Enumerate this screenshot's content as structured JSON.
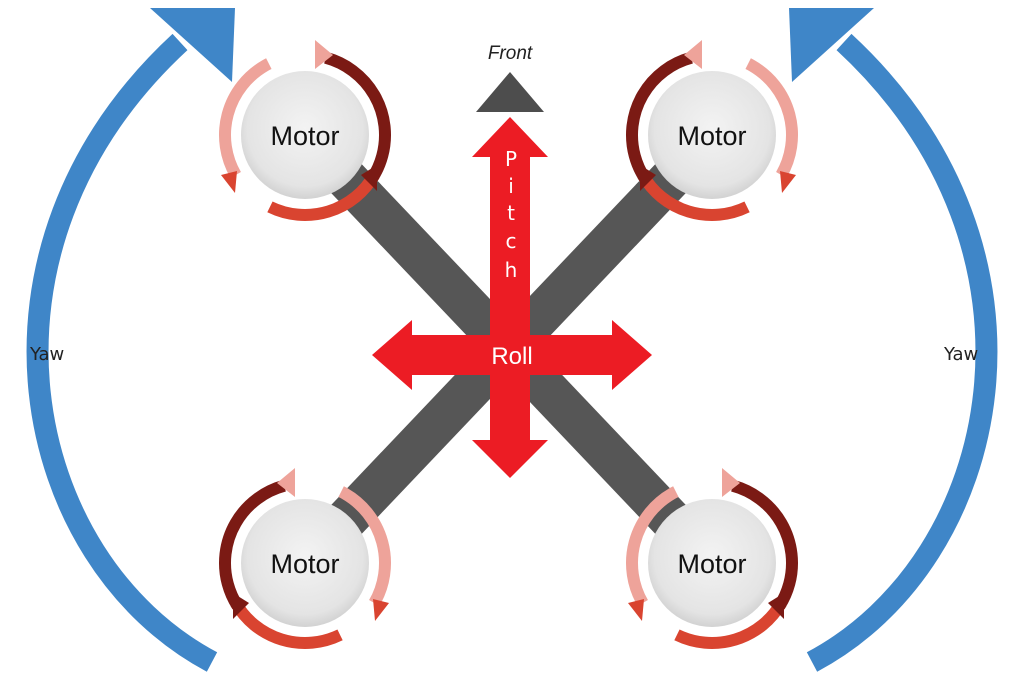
{
  "labels": {
    "front": "Front",
    "pitch_letters": [
      "P",
      "i",
      "t",
      "c",
      "h"
    ],
    "roll": "Roll",
    "yaw_left": "Yaw",
    "yaw_right": "Yaw"
  },
  "motors": [
    {
      "label": "Motor",
      "position": "front-left"
    },
    {
      "label": "Motor",
      "position": "front-right"
    },
    {
      "label": "Motor",
      "position": "rear-left"
    },
    {
      "label": "Motor",
      "position": "rear-right"
    }
  ],
  "colors": {
    "yaw_arrow": "#3f86c8",
    "axis_arrow": "#ec1c24",
    "arm": "#565656",
    "front_marker": "#4d4d4d",
    "motor_ring_dark": "#7b1a14",
    "motor_ring_red": "#d94430",
    "motor_ring_light": "#eea39a",
    "motor_face": "#e9e9e9"
  },
  "icons": {
    "front_marker": "triangle-up-icon",
    "motor_rotation": "circular-arrows-icon",
    "yaw": "curved-arrow-icon"
  }
}
